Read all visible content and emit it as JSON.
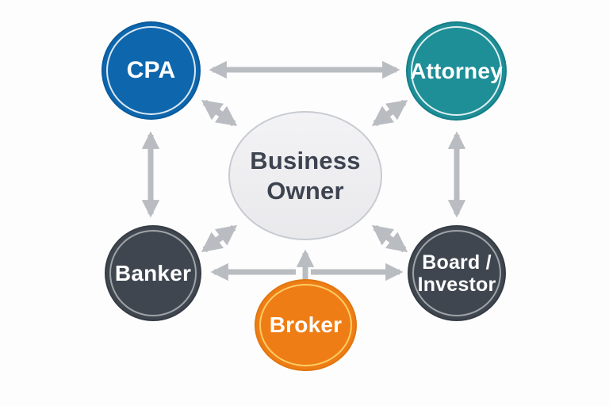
{
  "diagram": {
    "type": "hub-and-spoke",
    "background_color": "#fdfdfd",
    "arrow_color": "#b9bcc1",
    "nodes": {
      "business_owner": {
        "label": "Business\nOwner",
        "fill": "#ededef",
        "border": "#c7cbd1",
        "text_color": "#3d4450",
        "role": "center"
      },
      "cpa": {
        "label": "CPA",
        "fill": "#0e66ad",
        "text_color": "#ffffff",
        "role": "spoke"
      },
      "attorney": {
        "label": "Attorney",
        "fill": "#1e8e97",
        "text_color": "#ffffff",
        "role": "spoke"
      },
      "banker": {
        "label": "Banker",
        "fill": "#40464f",
        "text_color": "#ffffff",
        "role": "spoke"
      },
      "board_investor": {
        "label": "Board /\nInvestor",
        "fill": "#40464f",
        "text_color": "#ffffff",
        "role": "spoke"
      },
      "broker": {
        "label": "Broker",
        "fill": "#ef7d15",
        "text_color": "#ffffff",
        "role": "spoke"
      }
    },
    "edges": [
      {
        "from": "cpa",
        "to": "attorney",
        "direction": "both"
      },
      {
        "from": "cpa",
        "to": "banker",
        "direction": "both"
      },
      {
        "from": "attorney",
        "to": "board_investor",
        "direction": "both"
      },
      {
        "from": "cpa",
        "to": "business_owner",
        "direction": "both"
      },
      {
        "from": "attorney",
        "to": "business_owner",
        "direction": "both"
      },
      {
        "from": "banker",
        "to": "business_owner",
        "direction": "both"
      },
      {
        "from": "board_investor",
        "to": "business_owner",
        "direction": "both"
      },
      {
        "from": "banker",
        "to": "board_investor",
        "direction": "both"
      },
      {
        "from": "broker",
        "to": "business_owner",
        "direction": "one-way"
      }
    ]
  }
}
